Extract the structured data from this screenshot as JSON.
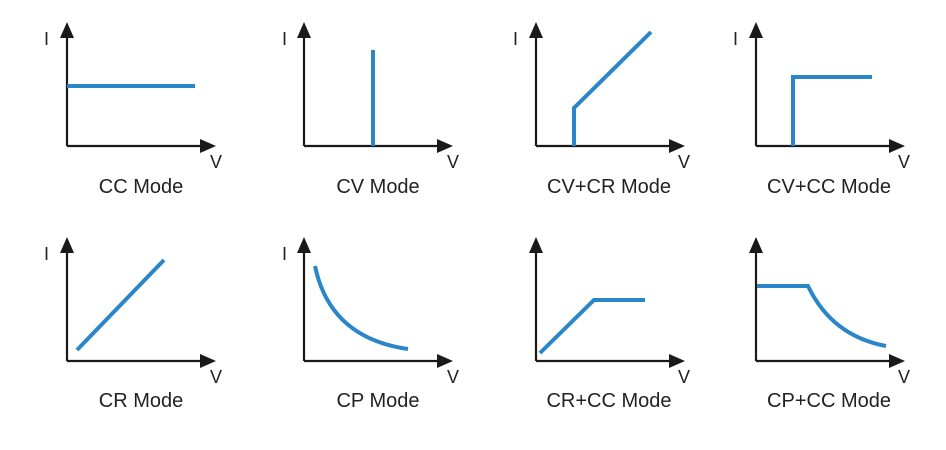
{
  "colors": {
    "curve": "#2a86c8",
    "axis": "#1a1a1a"
  },
  "axis_labels": {
    "y": "I",
    "x": "V"
  },
  "panels": [
    {
      "id": "cc",
      "caption": "CC Mode",
      "show_y_label": true
    },
    {
      "id": "cv",
      "caption": "CV Mode",
      "show_y_label": true
    },
    {
      "id": "cvcr",
      "caption": "CV+CR Mode",
      "show_y_label": true
    },
    {
      "id": "cvcc",
      "caption": "CV+CC Mode",
      "show_y_label": true
    },
    {
      "id": "cr",
      "caption": "CR Mode",
      "show_y_label": true
    },
    {
      "id": "cp",
      "caption": "CP Mode",
      "show_y_label": true
    },
    {
      "id": "crcc",
      "caption": "CR+CC Mode",
      "show_y_label": false
    },
    {
      "id": "cpcc",
      "caption": "CP+CC Mode",
      "show_y_label": false
    }
  ]
}
